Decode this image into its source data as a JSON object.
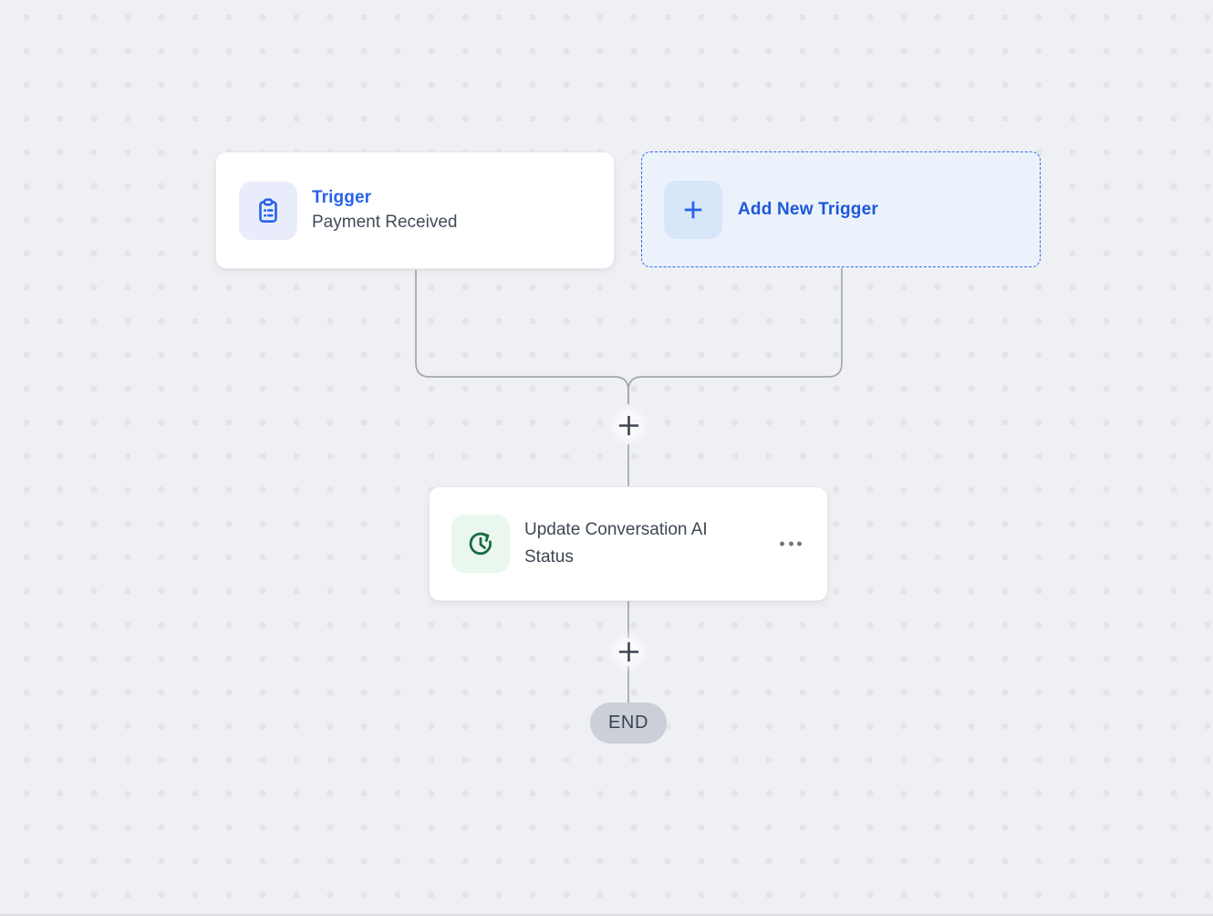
{
  "workflow": {
    "trigger_node": {
      "title": "Trigger",
      "subtitle": "Payment Received"
    },
    "add_trigger_node": {
      "label": "Add New Trigger"
    },
    "action_node": {
      "title": "Update Conversation AI Status"
    },
    "end_node": {
      "label": "END"
    }
  },
  "icons": {
    "trigger": "clipboard-list-icon",
    "add_trigger": "plus-icon",
    "action": "clock-history-icon",
    "node_menu": "ellipsis-icon",
    "insert_step": "plus-icon"
  },
  "colors": {
    "canvas_bg": "#EFF0F4",
    "canvas_dot": "#E3E4E7",
    "accent_blue": "#2563EB",
    "add_card_bg": "#EBF2FC",
    "add_card_border": "#2F6BE4",
    "trigger_tile_bg": "#E9EDFB",
    "plus_tile_bg": "#D8E6F9",
    "action_green": "#1B6B3F",
    "action_tile_bg": "#E9F7EF",
    "text_dark": "#414B5A",
    "connector": "#A4A7AD",
    "plus_glyph": "#3D4551",
    "end_pill_bg": "#CBD0D8"
  }
}
